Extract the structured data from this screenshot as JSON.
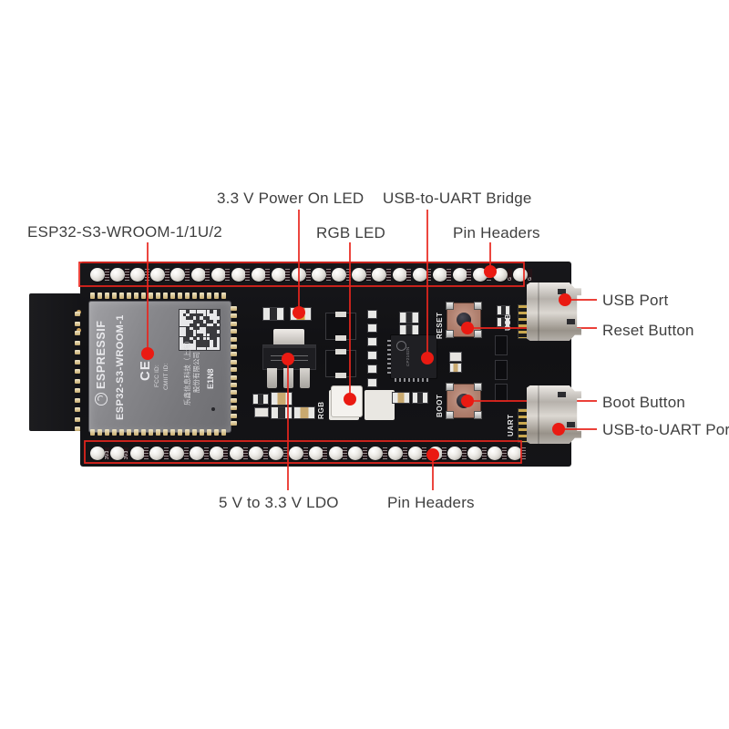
{
  "annotations": {
    "module": "ESP32-S3-WROOM-1/1U/2",
    "power_led": "3.3 V Power On LED",
    "rgb_led": "RGB LED",
    "usb_uart_bridge": "USB-to-UART Bridge",
    "pin_headers_top": "Pin Headers",
    "usb_port": "USB Port",
    "reset_button": "Reset Button",
    "boot_button": "Boot Button",
    "usb_uart_port": "USB-to-UART Port",
    "ldo": "5 V to 3.3 V LDO",
    "pin_headers_bottom": "Pin Headers"
  },
  "board": {
    "module_silkscreen": {
      "brand": "ESPRESSIF",
      "model": "ESP32-S3-WROOM-1",
      "ce": "CE",
      "fcc": "FCC ID:",
      "cmiit": "CMIIT ID:",
      "company_line1": "乐鑫信息科技（上海）",
      "company_line2": "股份有限公司",
      "code": "E1N8"
    },
    "silkscreen": {
      "rgb": "RGB",
      "reset": "RESET",
      "boot": "BOOT",
      "usb": "USB",
      "uart": "UART"
    },
    "bridge_chip_marking": "CP2102N",
    "pin_headers": {
      "count_per_row": 22,
      "top_row_visible_labels": {
        "21": "G",
        "22": "G"
      },
      "bottom_row_visible_labels": {
        "1": "3V3",
        "2": "3V3"
      }
    }
  },
  "colors": {
    "annotation_red": "#e8251d",
    "label_text": "#3f3f3f",
    "pcb_black": "#141417",
    "shield_gray": "#87878b"
  }
}
